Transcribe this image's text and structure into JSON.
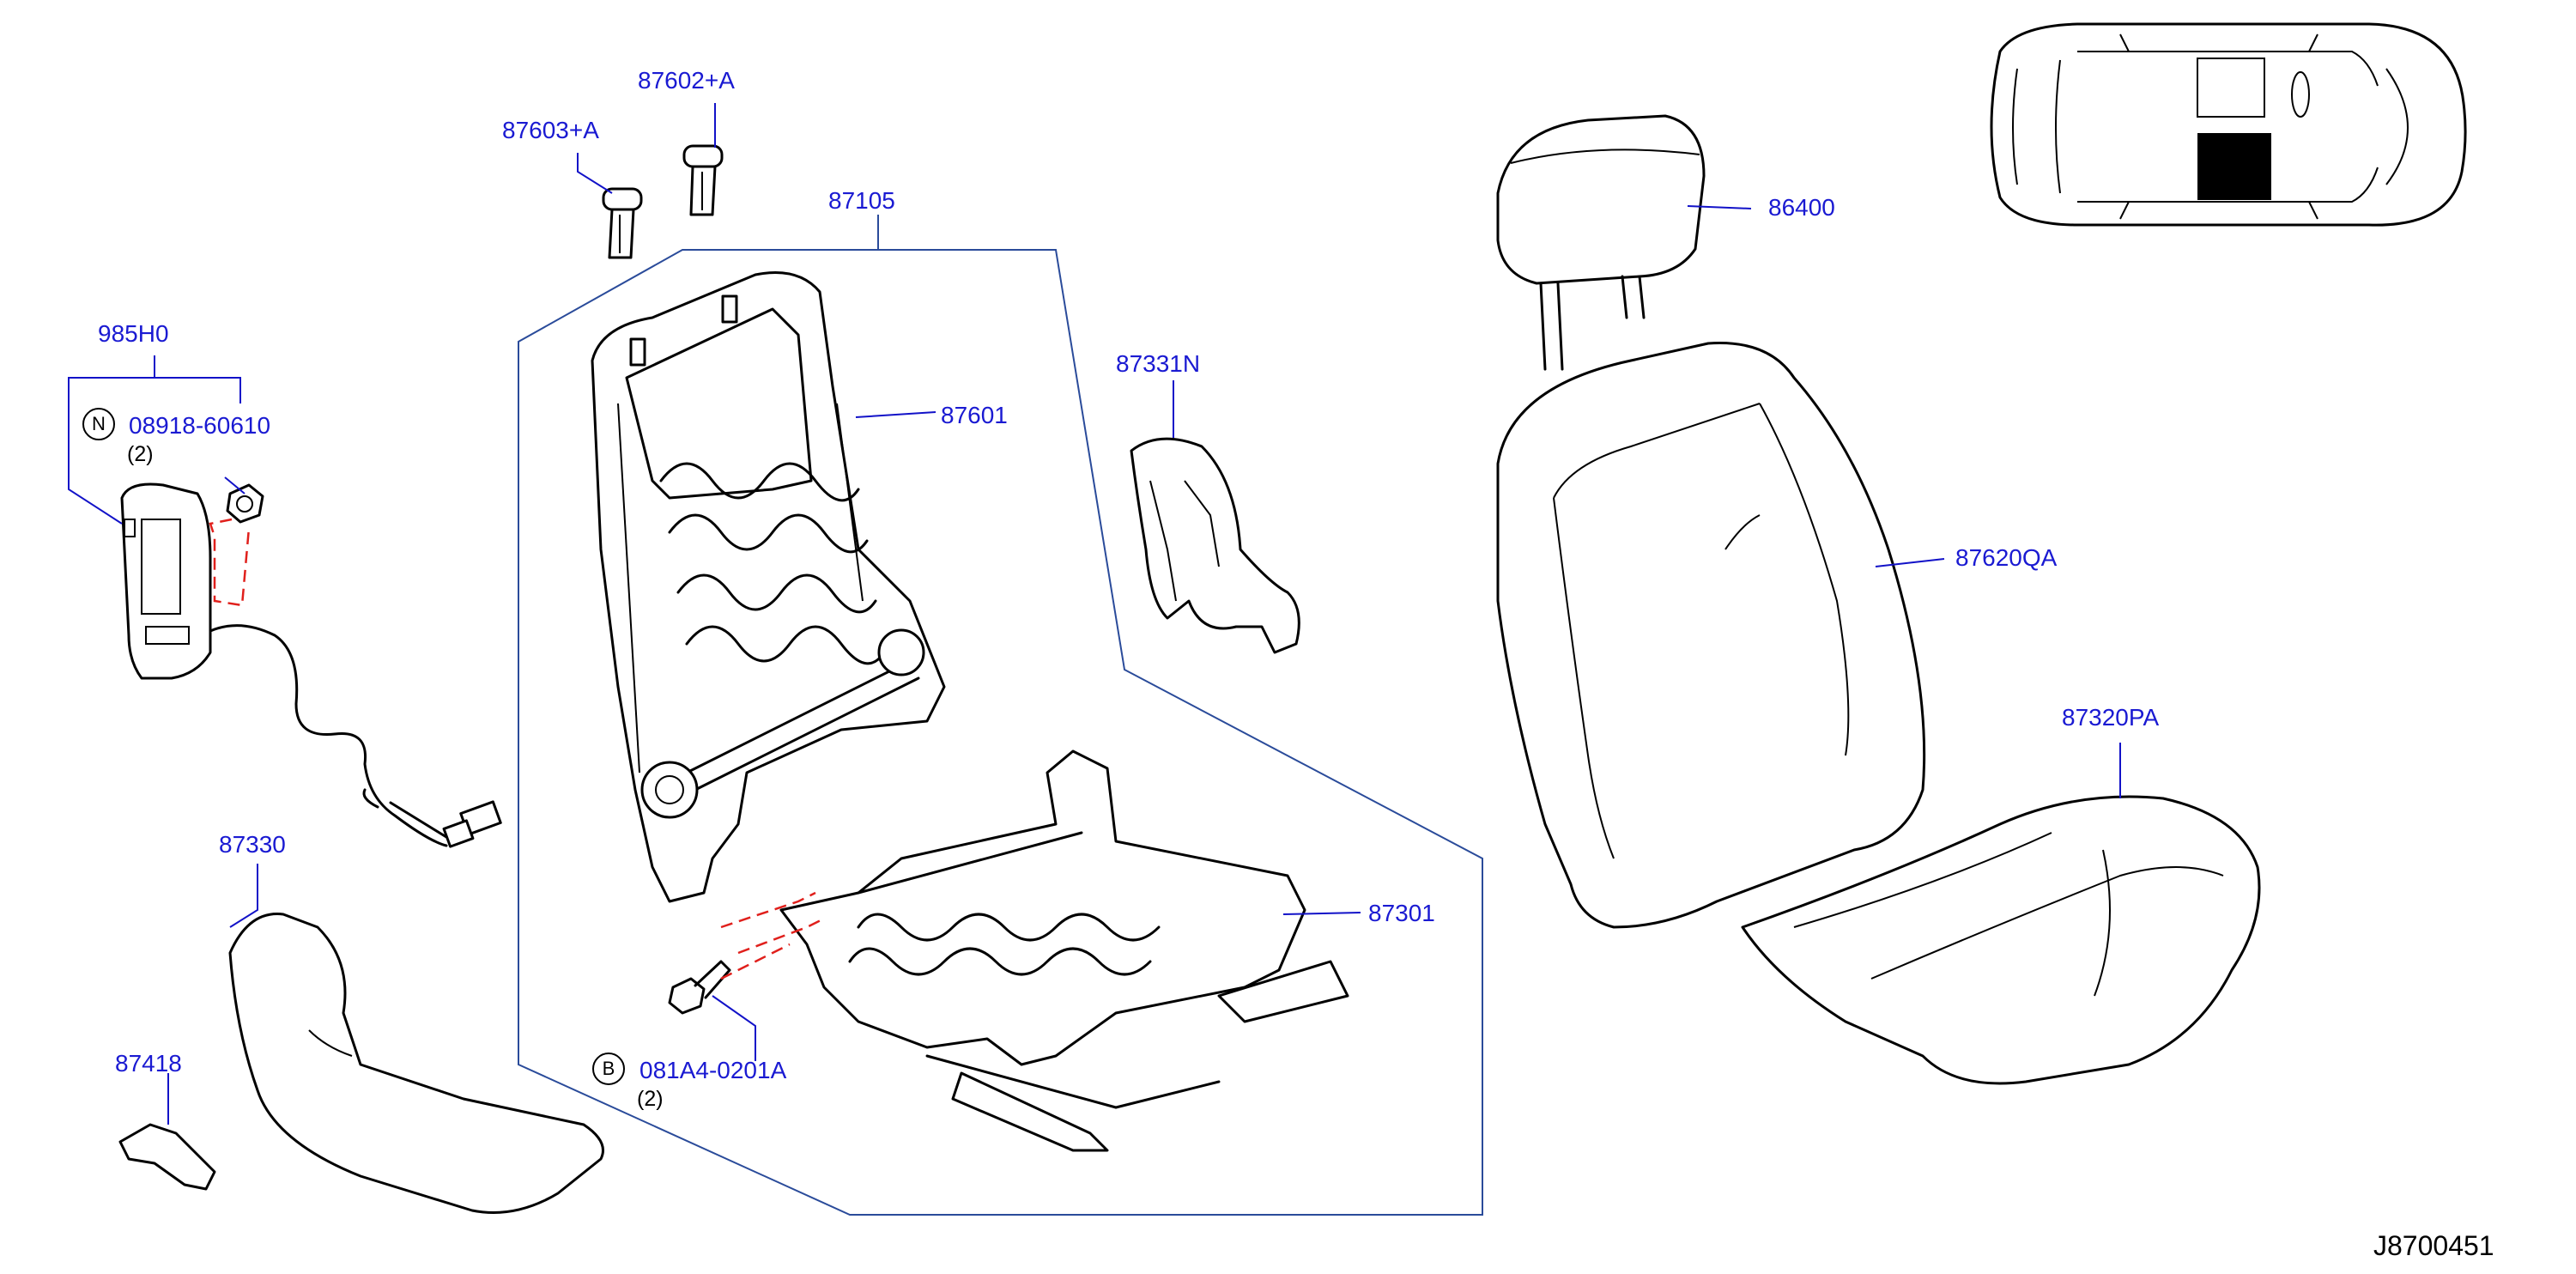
{
  "diagram": {
    "id": "J8700451",
    "labels": {
      "p87602A": "87602+A",
      "p87603A": "87603+A",
      "p87105": "87105",
      "p985H0": "985H0",
      "p08918": "08918-60610",
      "p08918_qty": "(2)",
      "p87601": "87601",
      "p87331N": "87331N",
      "p86400": "86400",
      "p87620QA": "87620QA",
      "p87320PA": "87320PA",
      "p87330": "87330",
      "p87301": "87301",
      "p87418": "87418",
      "p081A4": "081A4-0201A",
      "p081A4_qty": "(2)"
    },
    "symbols": {
      "nut": "N",
      "bolt": "B"
    },
    "colors": {
      "label": "#1a1ad2",
      "leader": "#1212c8",
      "dashed": "#e0201c",
      "line": "#000000"
    }
  }
}
